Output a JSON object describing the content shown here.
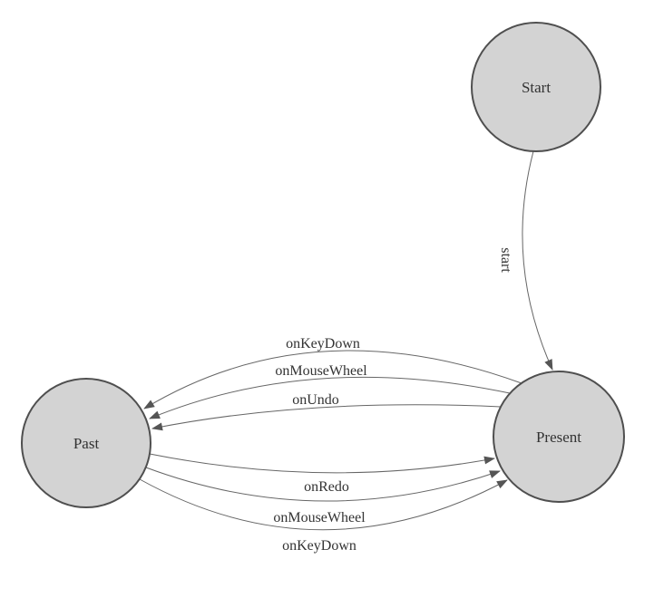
{
  "colors": {
    "node_fill": "#d3d3d3",
    "node_stroke": "#4f4f4f",
    "edge_stroke": "#666666",
    "arrow_fill": "#555555",
    "text": "#333333",
    "background": "#ffffff"
  },
  "nodes": [
    {
      "id": "start",
      "label": "Start"
    },
    {
      "id": "present",
      "label": "Present"
    },
    {
      "id": "past",
      "label": "Past"
    }
  ],
  "edges": [
    {
      "from": "Start",
      "to": "Present",
      "label": "start"
    },
    {
      "from": "Present",
      "to": "Past",
      "label": "onKeyDown"
    },
    {
      "from": "Present",
      "to": "Past",
      "label": "onMouseWheel"
    },
    {
      "from": "Present",
      "to": "Past",
      "label": "onUndo"
    },
    {
      "from": "Past",
      "to": "Present",
      "label": "onRedo"
    },
    {
      "from": "Past",
      "to": "Present",
      "label": "onMouseWheel"
    },
    {
      "from": "Past",
      "to": "Present",
      "label": "onKeyDown"
    }
  ]
}
